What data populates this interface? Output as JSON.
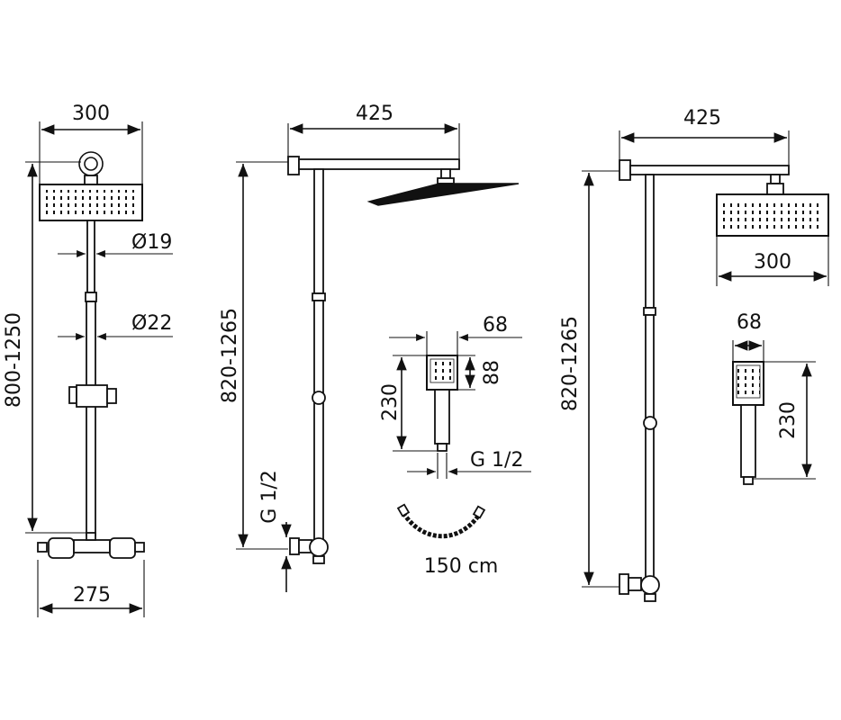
{
  "dimensions": {
    "left_width_head": "300",
    "left_pipe_small": "Ø19",
    "left_pipe_large": "Ø22",
    "left_height": "800-1250",
    "left_width_mixer": "275",
    "middle_arm_length": "425",
    "middle_height": "820-1265",
    "middle_thread": "G 1/2",
    "hand_width": "68",
    "hand_head_height": "88",
    "hand_length": "230",
    "hand_thread": "G 1/2",
    "hose_length": "150 cm",
    "right_arm_length": "425",
    "right_head_width": "300",
    "right_height": "820-1265",
    "right_hand_width": "68",
    "right_hand_length": "230"
  },
  "colors": {
    "ink": "#111111",
    "background": "#ffffff"
  }
}
